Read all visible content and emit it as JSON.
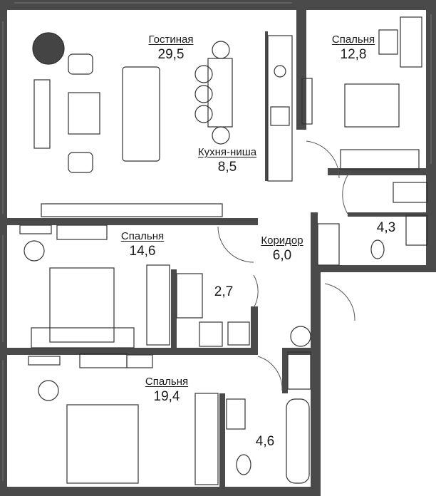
{
  "plan": {
    "rooms": [
      {
        "id": "living",
        "name": "Гостиная",
        "area": "29,5"
      },
      {
        "id": "bedroom1",
        "name": "Спальня",
        "area": "12,8"
      },
      {
        "id": "kitchen",
        "name": "Кухня-ниша",
        "area": "8,5"
      },
      {
        "id": "bedroom2",
        "name": "Спальня",
        "area": "14,6"
      },
      {
        "id": "corridor",
        "name": "Коридор",
        "area": "6,0"
      },
      {
        "id": "bathroom1",
        "name": "",
        "area": "4,3"
      },
      {
        "id": "storage",
        "name": "",
        "area": "2,7"
      },
      {
        "id": "bedroom3",
        "name": "Спальня",
        "area": "19,4"
      },
      {
        "id": "bathroom2",
        "name": "",
        "area": "4,6"
      }
    ]
  },
  "colors": {
    "wall": "#4a4a4a",
    "thin_wall": "#6a6a6a",
    "furniture": "#333333",
    "background": "#ffffff"
  }
}
